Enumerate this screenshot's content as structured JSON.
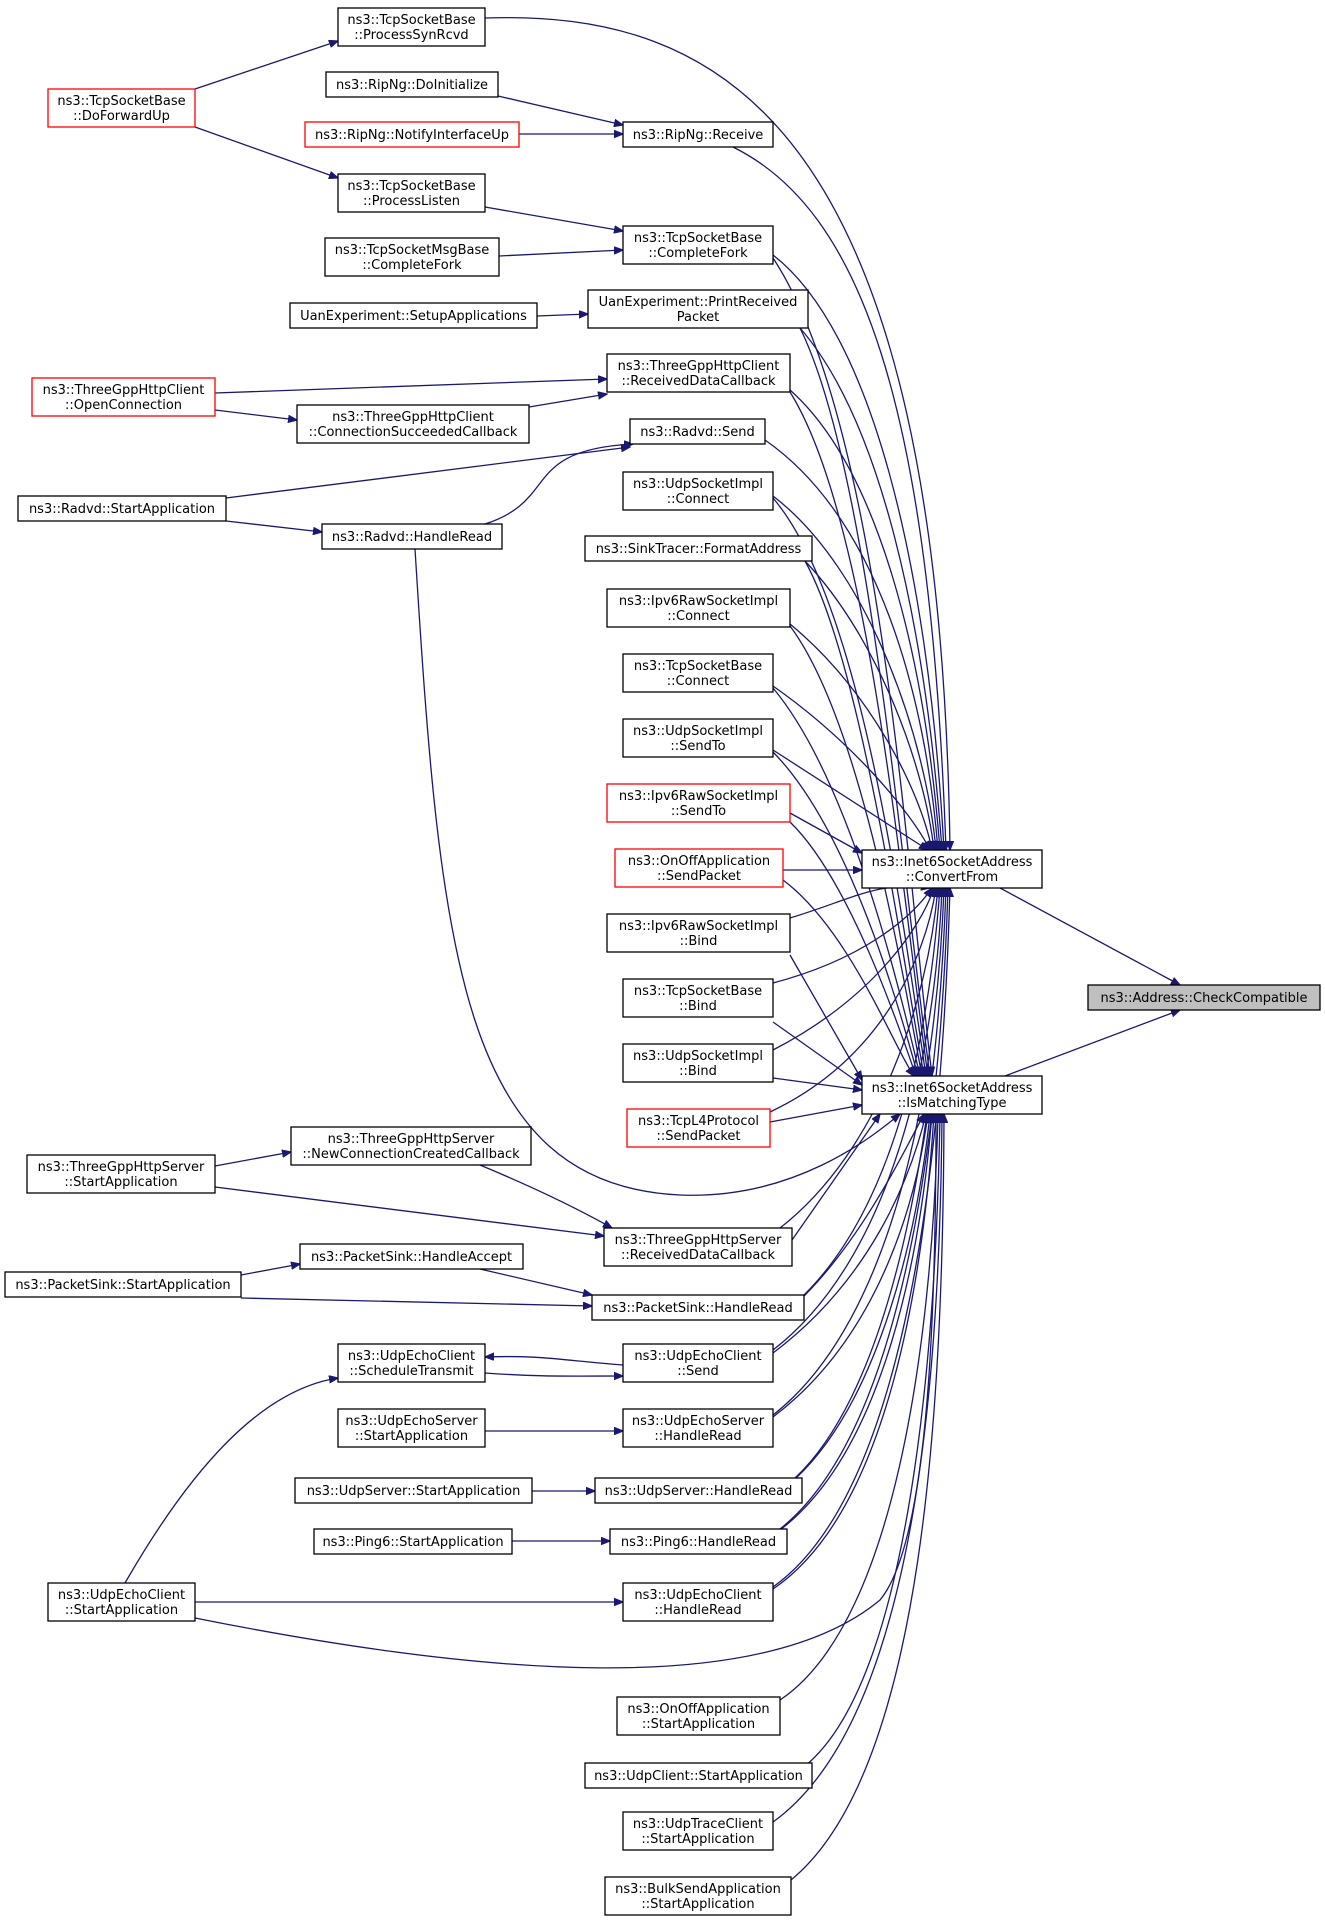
{
  "diagram": {
    "title": "",
    "colors": {
      "edge": "#191970",
      "node_border": "#000000",
      "truncated_border": "#ff0000",
      "focus_fill": "#bfbfbf",
      "background": "#ffffff"
    },
    "nodes": [
      {
        "id": "check",
        "lines": [
          "ns3::Address::CheckCompatible"
        ],
        "style": "focus"
      },
      {
        "id": "convert",
        "lines": [
          "ns3::Inet6SocketAddress",
          "::ConvertFrom"
        ],
        "style": "normal"
      },
      {
        "id": "ismatch",
        "lines": [
          "ns3::Inet6SocketAddress",
          "::IsMatchingType"
        ],
        "style": "normal"
      },
      {
        "id": "tcpsynrcvd",
        "lines": [
          "ns3::TcpSocketBase",
          "::ProcessSynRcvd"
        ],
        "style": "normal"
      },
      {
        "id": "tcpdofwd",
        "lines": [
          "ns3::TcpSocketBase",
          "::DoForwardUp"
        ],
        "style": "truncated"
      },
      {
        "id": "ripdoinit",
        "lines": [
          "ns3::RipNg::DoInitialize"
        ],
        "style": "normal"
      },
      {
        "id": "ripnotify",
        "lines": [
          "ns3::RipNg::NotifyInterfaceUp"
        ],
        "style": "truncated"
      },
      {
        "id": "ripreceive",
        "lines": [
          "ns3::RipNg::Receive"
        ],
        "style": "normal"
      },
      {
        "id": "tcplisten",
        "lines": [
          "ns3::TcpSocketBase",
          "::ProcessListen"
        ],
        "style": "normal"
      },
      {
        "id": "tcpmsgfork",
        "lines": [
          "ns3::TcpSocketMsgBase",
          "::CompleteFork"
        ],
        "style": "normal"
      },
      {
        "id": "tcpfork",
        "lines": [
          "ns3::TcpSocketBase",
          "::CompleteFork"
        ],
        "style": "normal"
      },
      {
        "id": "uansetup",
        "lines": [
          "UanExperiment::SetupApplications"
        ],
        "style": "normal"
      },
      {
        "id": "uanprint",
        "lines": [
          "UanExperiment::PrintReceived",
          "Packet"
        ],
        "style": "normal"
      },
      {
        "id": "httpcliopen",
        "lines": [
          "ns3::ThreeGppHttpClient",
          "::OpenConnection"
        ],
        "style": "truncated"
      },
      {
        "id": "httpclirecv",
        "lines": [
          "ns3::ThreeGppHttpClient",
          "::ReceivedDataCallback"
        ],
        "style": "normal"
      },
      {
        "id": "httpclisucc",
        "lines": [
          "ns3::ThreeGppHttpClient",
          "::ConnectionSucceededCallback"
        ],
        "style": "normal"
      },
      {
        "id": "radvdsend",
        "lines": [
          "ns3::Radvd::Send"
        ],
        "style": "normal"
      },
      {
        "id": "radvdstart",
        "lines": [
          "ns3::Radvd::StartApplication"
        ],
        "style": "normal"
      },
      {
        "id": "radvdread",
        "lines": [
          "ns3::Radvd::HandleRead"
        ],
        "style": "normal"
      },
      {
        "id": "udpconnect",
        "lines": [
          "ns3::UdpSocketImpl",
          "::Connect"
        ],
        "style": "normal"
      },
      {
        "id": "sinkfmt",
        "lines": [
          "ns3::SinkTracer::FormatAddress"
        ],
        "style": "normal"
      },
      {
        "id": "ip6rawconnect",
        "lines": [
          "ns3::Ipv6RawSocketImpl",
          "::Connect"
        ],
        "style": "normal"
      },
      {
        "id": "tcpconnect",
        "lines": [
          "ns3::TcpSocketBase",
          "::Connect"
        ],
        "style": "normal"
      },
      {
        "id": "udpsendto",
        "lines": [
          "ns3::UdpSocketImpl",
          "::SendTo"
        ],
        "style": "normal"
      },
      {
        "id": "ip6rawsendto",
        "lines": [
          "ns3::Ipv6RawSocketImpl",
          "::SendTo"
        ],
        "style": "truncated"
      },
      {
        "id": "onoffsend",
        "lines": [
          "ns3::OnOffApplication",
          "::SendPacket"
        ],
        "style": "truncated"
      },
      {
        "id": "ip6rawbind",
        "lines": [
          "ns3::Ipv6RawSocketImpl",
          "::Bind"
        ],
        "style": "normal"
      },
      {
        "id": "tcpbind",
        "lines": [
          "ns3::TcpSocketBase",
          "::Bind"
        ],
        "style": "normal"
      },
      {
        "id": "udpbind",
        "lines": [
          "ns3::UdpSocketImpl",
          "::Bind"
        ],
        "style": "normal"
      },
      {
        "id": "tcpl4send",
        "lines": [
          "ns3::TcpL4Protocol",
          "::SendPacket"
        ],
        "style": "truncated"
      },
      {
        "id": "httpsrvnew",
        "lines": [
          "ns3::ThreeGppHttpServer",
          "::NewConnectionCreatedCallback"
        ],
        "style": "normal"
      },
      {
        "id": "httpsrvstart",
        "lines": [
          "ns3::ThreeGppHttpServer",
          "::StartApplication"
        ],
        "style": "normal"
      },
      {
        "id": "httpsrvrecv",
        "lines": [
          "ns3::ThreeGppHttpServer",
          "::ReceivedDataCallback"
        ],
        "style": "normal"
      },
      {
        "id": "sinkaccept",
        "lines": [
          "ns3::PacketSink::HandleAccept"
        ],
        "style": "normal"
      },
      {
        "id": "sinkstart",
        "lines": [
          "ns3::PacketSink::StartApplication"
        ],
        "style": "normal"
      },
      {
        "id": "sinkread",
        "lines": [
          "ns3::PacketSink::HandleRead"
        ],
        "style": "normal"
      },
      {
        "id": "echocliSched",
        "lines": [
          "ns3::UdpEchoClient",
          "::ScheduleTransmit"
        ],
        "style": "normal"
      },
      {
        "id": "echoclisend",
        "lines": [
          "ns3::UdpEchoClient",
          "::Send"
        ],
        "style": "normal"
      },
      {
        "id": "echosrvstart",
        "lines": [
          "ns3::UdpEchoServer",
          "::StartApplication"
        ],
        "style": "normal"
      },
      {
        "id": "echosrvread",
        "lines": [
          "ns3::UdpEchoServer",
          "::HandleRead"
        ],
        "style": "normal"
      },
      {
        "id": "udpsrvstart",
        "lines": [
          "ns3::UdpServer::StartApplication"
        ],
        "style": "normal"
      },
      {
        "id": "udpsrvread",
        "lines": [
          "ns3::UdpServer::HandleRead"
        ],
        "style": "normal"
      },
      {
        "id": "ping6start",
        "lines": [
          "ns3::Ping6::StartApplication"
        ],
        "style": "normal"
      },
      {
        "id": "ping6read",
        "lines": [
          "ns3::Ping6::HandleRead"
        ],
        "style": "normal"
      },
      {
        "id": "echoclistart",
        "lines": [
          "ns3::UdpEchoClient",
          "::StartApplication"
        ],
        "style": "normal"
      },
      {
        "id": "echocliread",
        "lines": [
          "ns3::UdpEchoClient",
          "::HandleRead"
        ],
        "style": "normal"
      },
      {
        "id": "onoffstart",
        "lines": [
          "ns3::OnOffApplication",
          "::StartApplication"
        ],
        "style": "normal"
      },
      {
        "id": "udpclistart",
        "lines": [
          "ns3::UdpClient::StartApplication"
        ],
        "style": "normal"
      },
      {
        "id": "udptracestart",
        "lines": [
          "ns3::UdpTraceClient",
          "::StartApplication"
        ],
        "style": "normal"
      },
      {
        "id": "bulkstart",
        "lines": [
          "ns3::BulkSendApplication",
          "::StartApplication"
        ],
        "style": "normal"
      }
    ],
    "edges": [
      {
        "from": "tcpdofwd",
        "to": "tcpsynrcvd"
      },
      {
        "from": "tcpdofwd",
        "to": "tcplisten"
      },
      {
        "from": "tcpsynrcvd",
        "to": "convert"
      },
      {
        "from": "ripdoinit",
        "to": "ripreceive"
      },
      {
        "from": "ripnotify",
        "to": "ripreceive"
      },
      {
        "from": "ripreceive",
        "to": "convert"
      },
      {
        "from": "tcplisten",
        "to": "tcpfork"
      },
      {
        "from": "tcpmsgfork",
        "to": "tcpfork"
      },
      {
        "from": "tcpfork",
        "to": "convert"
      },
      {
        "from": "tcpfork",
        "to": "ismatch"
      },
      {
        "from": "uansetup",
        "to": "uanprint"
      },
      {
        "from": "uanprint",
        "to": "convert"
      },
      {
        "from": "uanprint",
        "to": "ismatch"
      },
      {
        "from": "httpcliopen",
        "to": "httpclirecv"
      },
      {
        "from": "httpcliopen",
        "to": "httpclisucc"
      },
      {
        "from": "httpclisucc",
        "to": "httpclirecv"
      },
      {
        "from": "httpclirecv",
        "to": "convert"
      },
      {
        "from": "httpclirecv",
        "to": "ismatch"
      },
      {
        "from": "radvdstart",
        "to": "radvdsend"
      },
      {
        "from": "radvdstart",
        "to": "radvdread"
      },
      {
        "from": "radvdread",
        "to": "radvdsend"
      },
      {
        "from": "radvdsend",
        "to": "convert"
      },
      {
        "from": "radvdread",
        "to": "ismatch"
      },
      {
        "from": "udpconnect",
        "to": "convert"
      },
      {
        "from": "udpconnect",
        "to": "ismatch"
      },
      {
        "from": "sinkfmt",
        "to": "convert"
      },
      {
        "from": "sinkfmt",
        "to": "ismatch"
      },
      {
        "from": "ip6rawconnect",
        "to": "convert"
      },
      {
        "from": "ip6rawconnect",
        "to": "ismatch"
      },
      {
        "from": "tcpconnect",
        "to": "convert"
      },
      {
        "from": "tcpconnect",
        "to": "ismatch"
      },
      {
        "from": "udpsendto",
        "to": "convert"
      },
      {
        "from": "udpsendto",
        "to": "ismatch"
      },
      {
        "from": "ip6rawsendto",
        "to": "convert"
      },
      {
        "from": "ip6rawsendto",
        "to": "ismatch"
      },
      {
        "from": "onoffsend",
        "to": "convert"
      },
      {
        "from": "onoffsend",
        "to": "ismatch"
      },
      {
        "from": "ip6rawbind",
        "to": "convert"
      },
      {
        "from": "ip6rawbind",
        "to": "ismatch"
      },
      {
        "from": "tcpbind",
        "to": "convert"
      },
      {
        "from": "tcpbind",
        "to": "ismatch"
      },
      {
        "from": "udpbind",
        "to": "convert"
      },
      {
        "from": "udpbind",
        "to": "ismatch"
      },
      {
        "from": "tcpl4send",
        "to": "convert"
      },
      {
        "from": "tcpl4send",
        "to": "ismatch"
      },
      {
        "from": "httpsrvstart",
        "to": "httpsrvnew"
      },
      {
        "from": "httpsrvstart",
        "to": "httpsrvrecv"
      },
      {
        "from": "httpsrvnew",
        "to": "httpsrvrecv"
      },
      {
        "from": "httpsrvrecv",
        "to": "convert"
      },
      {
        "from": "httpsrvrecv",
        "to": "ismatch"
      },
      {
        "from": "sinkstart",
        "to": "sinkaccept"
      },
      {
        "from": "sinkstart",
        "to": "sinkread"
      },
      {
        "from": "sinkaccept",
        "to": "sinkread"
      },
      {
        "from": "sinkread",
        "to": "convert"
      },
      {
        "from": "sinkread",
        "to": "ismatch"
      },
      {
        "from": "echoclisend",
        "to": "echocliSched"
      },
      {
        "from": "echocliSched",
        "to": "echoclisend"
      },
      {
        "from": "echoclistart",
        "to": "echocliSched"
      },
      {
        "from": "echoclisend",
        "to": "convert"
      },
      {
        "from": "echoclisend",
        "to": "ismatch"
      },
      {
        "from": "echosrvstart",
        "to": "echosrvread"
      },
      {
        "from": "echosrvread",
        "to": "convert"
      },
      {
        "from": "echosrvread",
        "to": "ismatch"
      },
      {
        "from": "udpsrvstart",
        "to": "udpsrvread"
      },
      {
        "from": "udpsrvread",
        "to": "convert"
      },
      {
        "from": "udpsrvread",
        "to": "ismatch"
      },
      {
        "from": "ping6start",
        "to": "ping6read"
      },
      {
        "from": "ping6read",
        "to": "convert"
      },
      {
        "from": "ping6read",
        "to": "ismatch"
      },
      {
        "from": "echoclistart",
        "to": "echocliread"
      },
      {
        "from": "echocliread",
        "to": "convert"
      },
      {
        "from": "echocliread",
        "to": "ismatch"
      },
      {
        "from": "echoclistart",
        "to": "ismatch"
      },
      {
        "from": "onoffstart",
        "to": "ismatch"
      },
      {
        "from": "udpclistart",
        "to": "ismatch"
      },
      {
        "from": "udptracestart",
        "to": "ismatch"
      },
      {
        "from": "bulkstart",
        "to": "ismatch"
      },
      {
        "from": "convert",
        "to": "check"
      },
      {
        "from": "ismatch",
        "to": "check"
      }
    ]
  }
}
